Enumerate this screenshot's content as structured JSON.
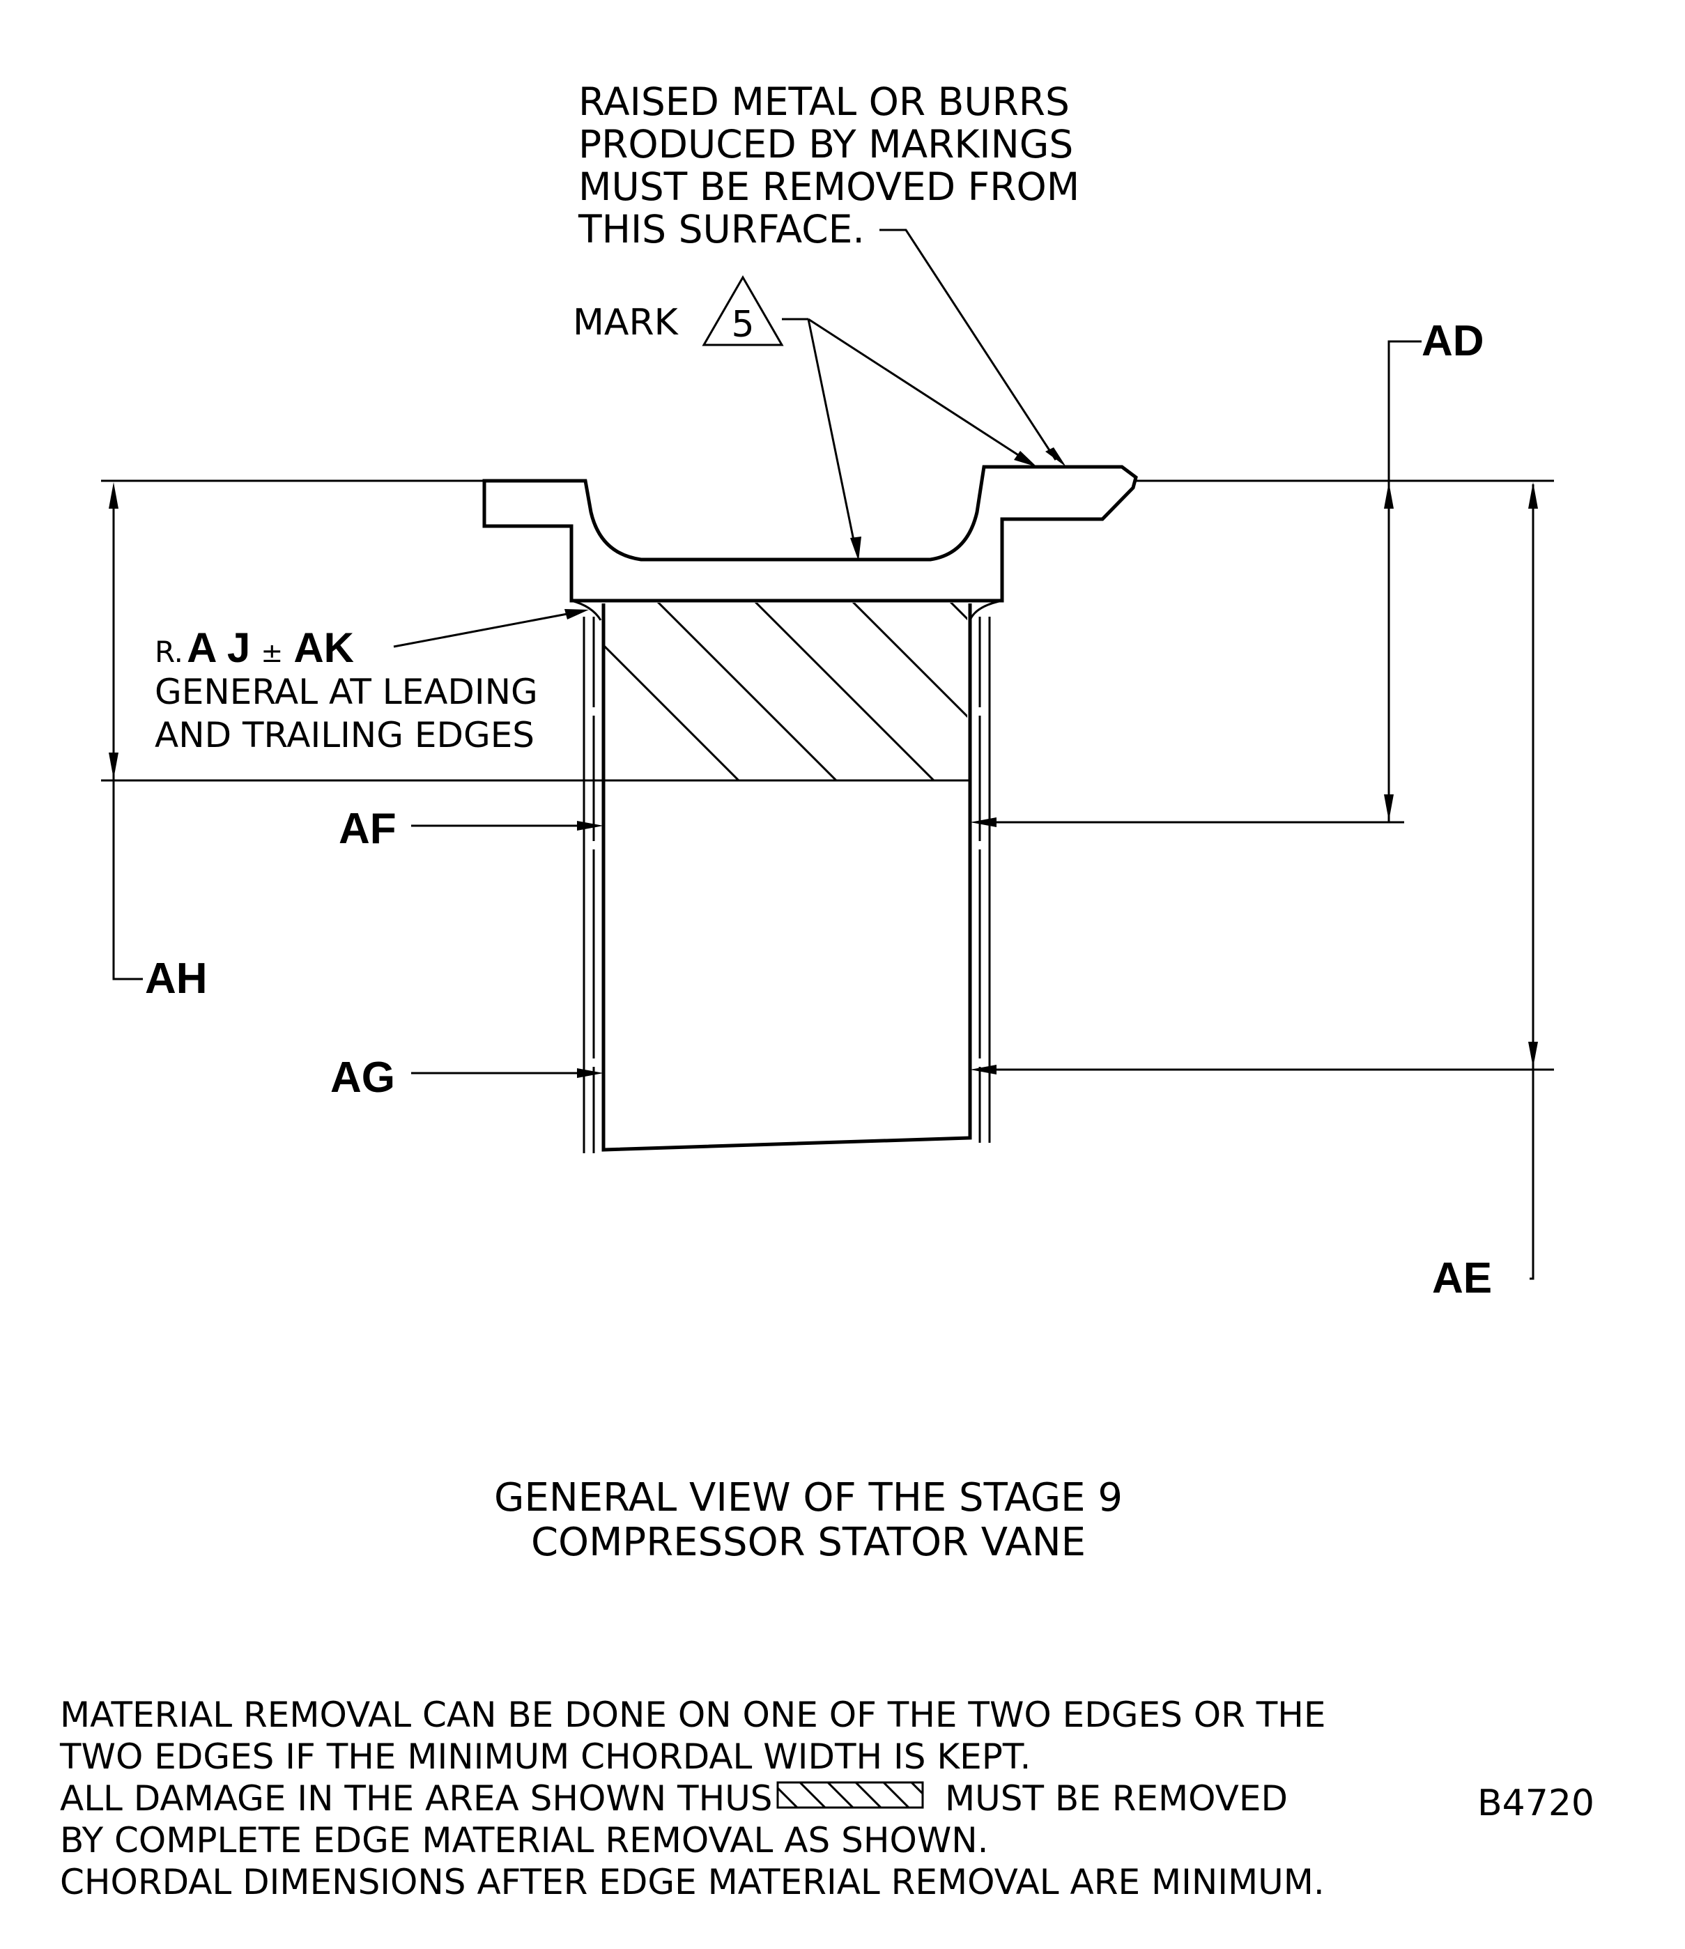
{
  "note_raised_metal": [
    "RAISED METAL OR BURRS",
    "PRODUCED BY MARKINGS",
    "MUST BE REMOVED FROM",
    "THIS SURFACE."
  ],
  "mark_label": "MARK",
  "mark_number": "5",
  "radius_note": {
    "prefix": "R.",
    "aj": "A J",
    "pm": "±",
    "ak": "AK",
    "line1": "GENERAL AT LEADING",
    "line2": "AND TRAILING EDGES"
  },
  "dims": {
    "ad": "AD",
    "ae": "AE",
    "af": "AF",
    "ag": "AG",
    "ah": "AH"
  },
  "caption": [
    "GENERAL VIEW OF THE STAGE 9",
    "COMPRESSOR STATOR VANE"
  ],
  "notes": {
    "line1": "MATERIAL REMOVAL CAN BE DONE ON ONE OF THE TWO EDGES OR THE",
    "line2": "TWO EDGES IF THE MINIMUM CHORDAL WIDTH IS KEPT.",
    "line3a": "ALL DAMAGE IN THE AREA SHOWN THUS",
    "line3b": "MUST BE REMOVED",
    "line4": "BY COMPLETE EDGE MATERIAL REMOVAL AS SHOWN.",
    "line5": "CHORDAL DIMENSIONS AFTER EDGE MATERIAL REMOVAL ARE MINIMUM."
  },
  "figure_id": "B4720"
}
